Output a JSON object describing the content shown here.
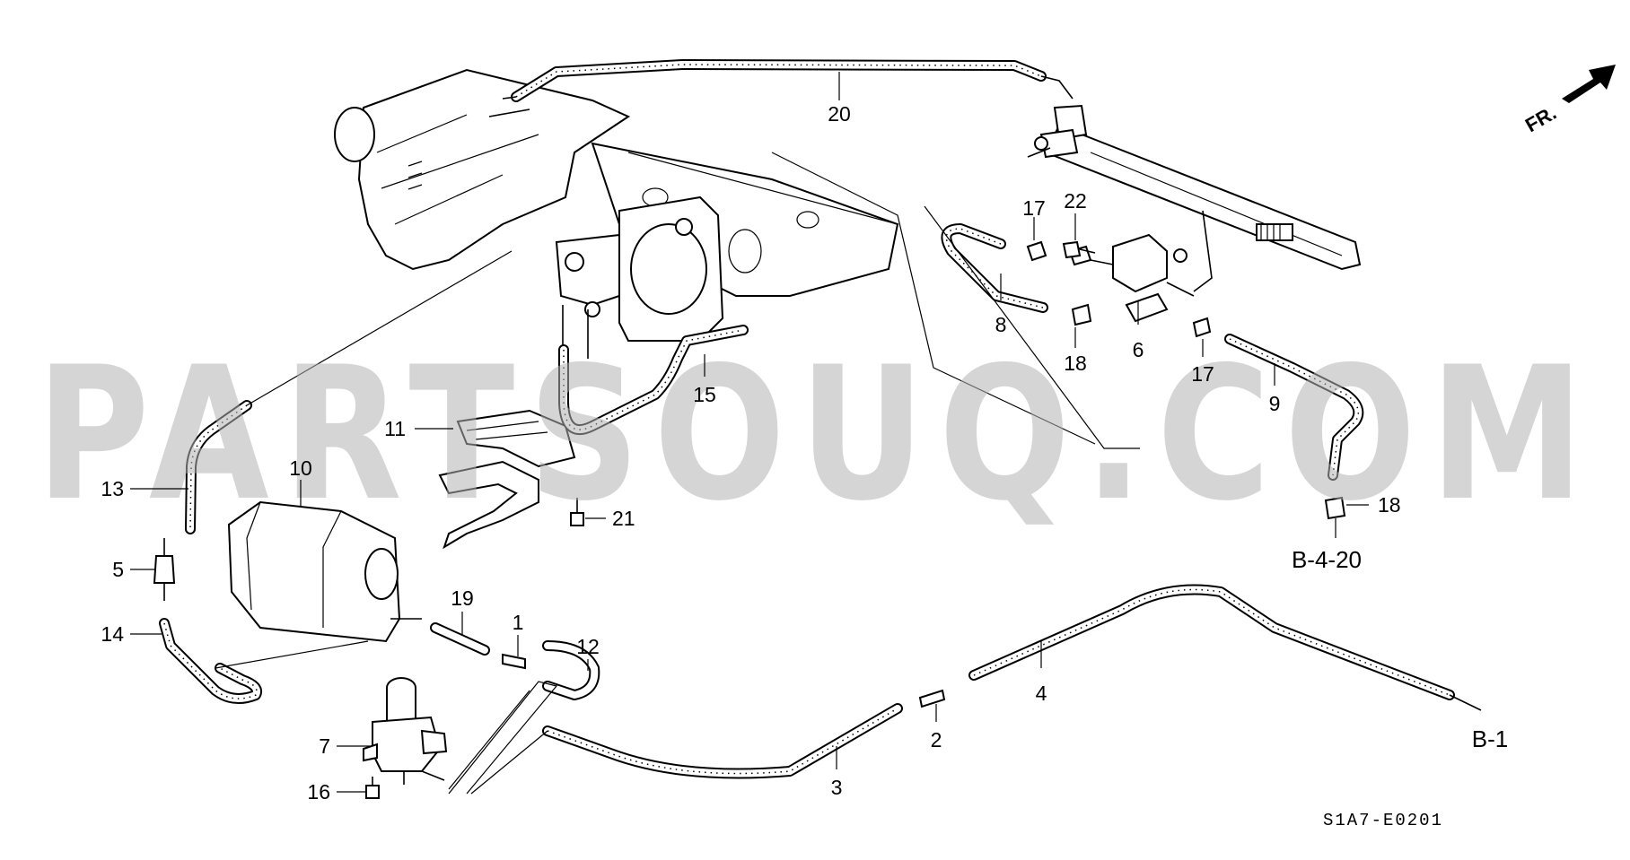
{
  "diagram": {
    "part_numbers": [
      "20",
      "17",
      "22",
      "8",
      "18",
      "6",
      "17",
      "15",
      "11",
      "9",
      "18",
      "13",
      "10",
      "21",
      "5",
      "19",
      "1",
      "12",
      "14",
      "4",
      "2",
      "7",
      "3",
      "16"
    ],
    "references": {
      "ref_top_right": "B-4-20",
      "ref_bottom_right": "B-1"
    },
    "direction_marker": "FR.",
    "drawing_code": "S1A7-E0201",
    "watermark": "PARTSOUQ.COM"
  }
}
